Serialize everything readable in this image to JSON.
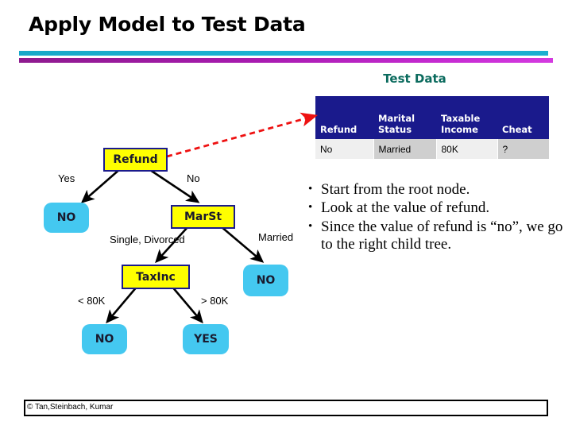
{
  "slide": {
    "title": "Apply Model to Test Data",
    "footer": "© Tan,Steinbach, Kumar",
    "accent_cyan": "#1ab4d4",
    "accent_purple": "#a81bb0"
  },
  "test_data": {
    "label": "Test Data",
    "label_color": "#0b6b5e",
    "header_bg": "#1a1a8c",
    "columns": [
      "Refund",
      "Marital Status",
      "Taxable Income",
      "Cheat"
    ],
    "columns_lines": [
      [
        "Refund"
      ],
      [
        "Marital",
        "Status"
      ],
      [
        "Taxable",
        "Income"
      ],
      [
        "Cheat"
      ]
    ],
    "rows": [
      [
        "No",
        "Married",
        "80K",
        "?"
      ]
    ]
  },
  "tree": {
    "nodes": [
      {
        "id": "refund",
        "label": "Refund",
        "type": "internal"
      },
      {
        "id": "no_yes_refund",
        "label": "NO",
        "type": "leaf"
      },
      {
        "id": "marst",
        "label": "MarSt",
        "type": "internal"
      },
      {
        "id": "taxinc",
        "label": "TaxInc",
        "type": "internal"
      },
      {
        "id": "no_married",
        "label": "NO",
        "type": "leaf"
      },
      {
        "id": "no_lt80k",
        "label": "NO",
        "type": "leaf"
      },
      {
        "id": "yes_gt80k",
        "label": "YES",
        "type": "leaf"
      }
    ],
    "edge_labels": {
      "refund_yes": "Yes",
      "refund_no": "No",
      "marst_single": "Single, Divorced",
      "marst_married": "Married",
      "taxinc_lt": "< 80K",
      "taxinc_gt": "> 80K"
    },
    "node_fill_internal": "#ffff00",
    "node_fill_leaf": "#44c8f0",
    "node_border_internal": "#1a1a8c",
    "pointer_arrow_color": "#ee1111"
  },
  "bullets": [
    "Start from the root node.",
    "Look at the value of refund.",
    "Since the value of refund is “no”, we go to the right child tree."
  ],
  "bullet_marker": "•"
}
